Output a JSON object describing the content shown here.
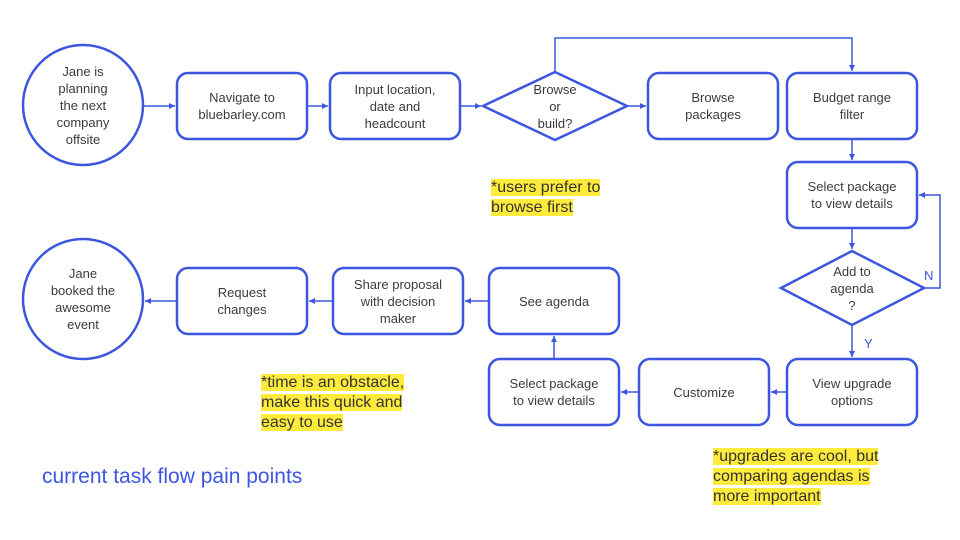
{
  "colors": {
    "stroke": "#3d56e0",
    "text": "#3c3c3c",
    "highlight": "#ffeb3b",
    "background": "#ffffff"
  },
  "nodes": {
    "start": "Jane is\nplanning\nthe next\ncompany\noffsite",
    "navigate": "Navigate to\nbluebarley.com",
    "input": "Input location,\ndate and\nheadcount",
    "decision_browse": "Browse\nor\nbuild?",
    "browse_packages": "Browse\npackages",
    "budget_filter": "Budget range\nfilter",
    "select_package_1": "Select package\nto view details",
    "decision_add": "Add to\nagenda\n?",
    "view_upgrades": "View upgrade\noptions",
    "customize": "Customize",
    "select_package_2": "Select package\nto view details",
    "see_agenda": "See agenda",
    "share_proposal": "Share proposal\nwith decision\nmaker",
    "request_changes": "Request\nchanges",
    "end": "Jane\nbooked the\nawesome\nevent"
  },
  "edge_labels": {
    "no": "N",
    "yes": "Y"
  },
  "notes": {
    "browse_first": "*users prefer to\nbrowse first",
    "time_obstacle": "*time is an obstacle,\nmake this quick and\neasy to use",
    "upgrades": "*upgrades are cool, but\ncomparing agendas is\nmore important"
  },
  "footer_title": "current task flow pain points"
}
